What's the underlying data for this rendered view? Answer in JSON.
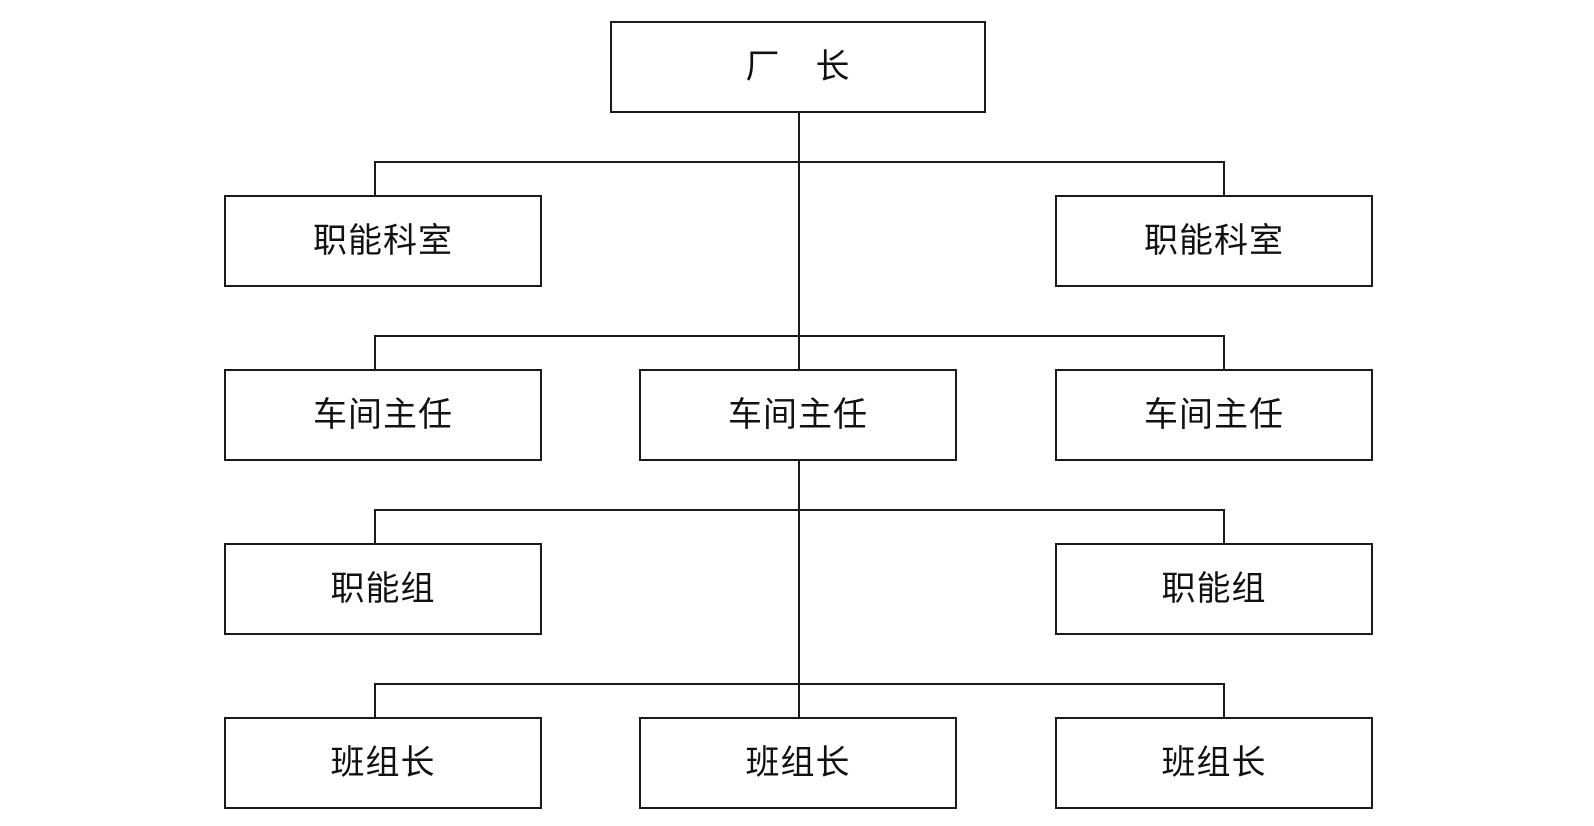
{
  "chart": {
    "title": "",
    "nodes": {
      "factory_director": "厂　长",
      "functional_department_left": "职能科室",
      "functional_department_right": "职能科室",
      "workshop_director_left": "车间主任",
      "workshop_director_center": "车间主任",
      "workshop_director_right": "车间主任",
      "functional_group_left": "职能组",
      "functional_group_right": "职能组",
      "team_leader_left": "班组长",
      "team_leader_center": "班组长",
      "team_leader_right": "班组长"
    }
  }
}
